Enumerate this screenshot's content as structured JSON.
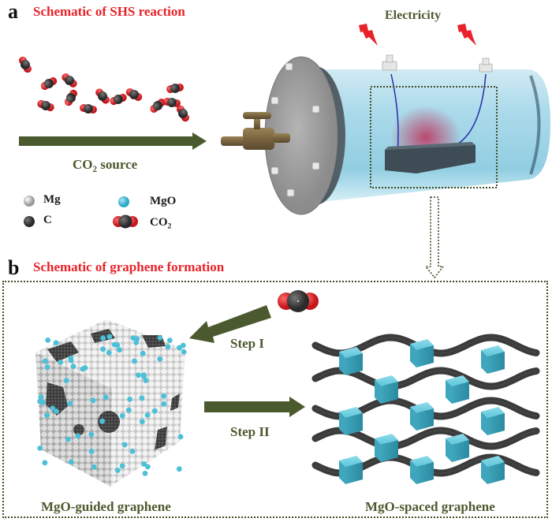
{
  "panel_a": {
    "letter": "a",
    "title": "Schematic of SHS reaction",
    "arrow_label_main": "CO",
    "arrow_label_sub": "2",
    "arrow_label_rest": " source",
    "electricity_label": "Electricity"
  },
  "legend": {
    "items": [
      {
        "label": "Mg",
        "sub": "",
        "color": "#d9d9d9",
        "icon": "mg-atom-icon"
      },
      {
        "label": "C",
        "sub": "",
        "color": "#3a3a3a",
        "icon": "carbon-atom-icon"
      },
      {
        "label": "MgO",
        "sub": "",
        "color": "#5cc6dc",
        "icon": "mgo-atom-icon"
      },
      {
        "label": "CO",
        "sub": "2",
        "color": "#e02020",
        "icon": "co2-molecule-icon"
      }
    ]
  },
  "panel_b": {
    "letter": "b",
    "title": "Schematic of graphene formation",
    "step1_label": "Step I",
    "step2_label": "Step II",
    "left_caption": "MgO-guided graphene",
    "right_caption": "MgO-spaced graphene"
  },
  "colors": {
    "title_red": "#e8222a",
    "arrow_green": "#4b5a2e",
    "mgo_cyan": "#5cc6dc",
    "oxygen_red": "#e02020",
    "carbon_dark": "#3a3a3a",
    "tube_blue": "#9fd4e6"
  }
}
